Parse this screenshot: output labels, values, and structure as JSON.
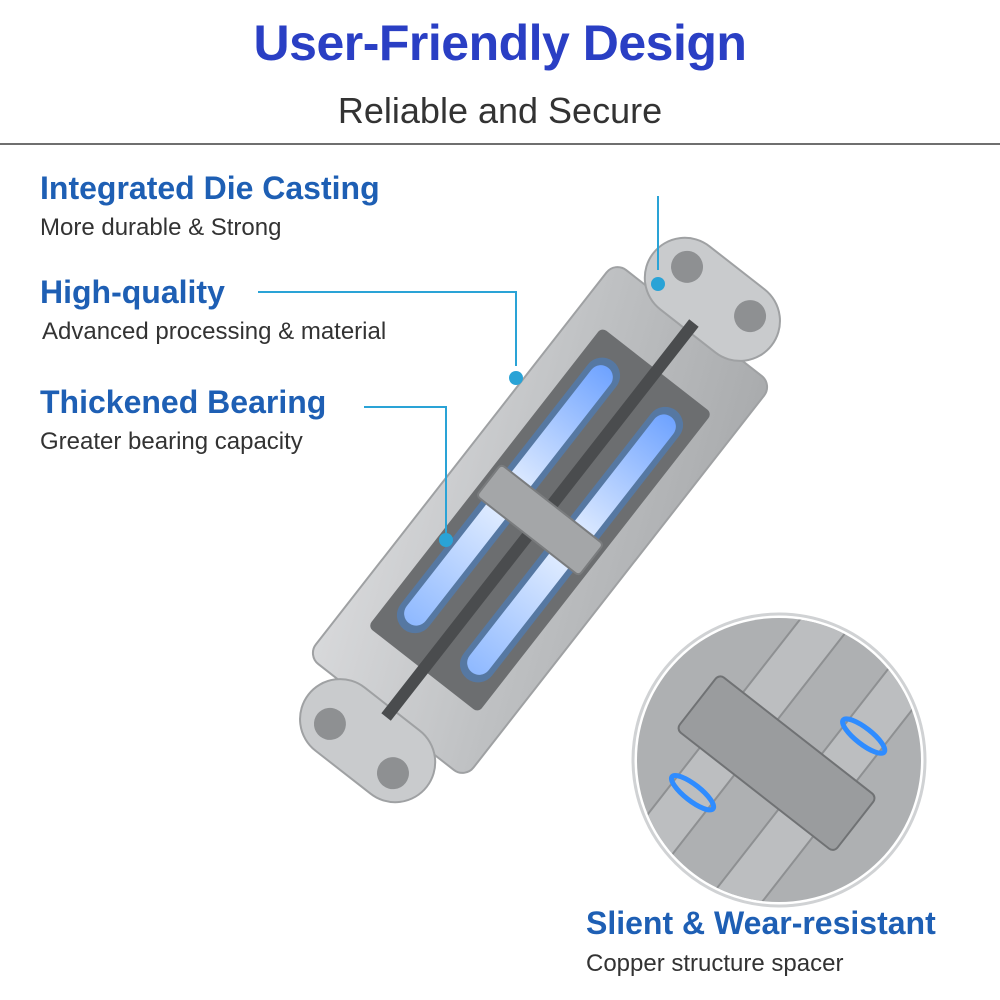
{
  "header": {
    "title": "User-Friendly Design",
    "subtitle": "Reliable and Secure"
  },
  "features": [
    {
      "heading": "Integrated Die Casting",
      "description": "More durable & Strong"
    },
    {
      "heading": "High-quality",
      "description": "Advanced processing & material"
    },
    {
      "heading": "Thickened Bearing",
      "description": "Greater bearing capacity"
    }
  ],
  "detail": {
    "heading": "Slient & Wear-resistant",
    "description": "Copper structure spacer"
  },
  "colors": {
    "title": "#2a3fc4",
    "heading": "#1e5fb4",
    "leader_line": "#2aa3d6",
    "metal": "#c4c6c8",
    "metal_dark": "#8e9092",
    "glow": "#2f8cff"
  }
}
